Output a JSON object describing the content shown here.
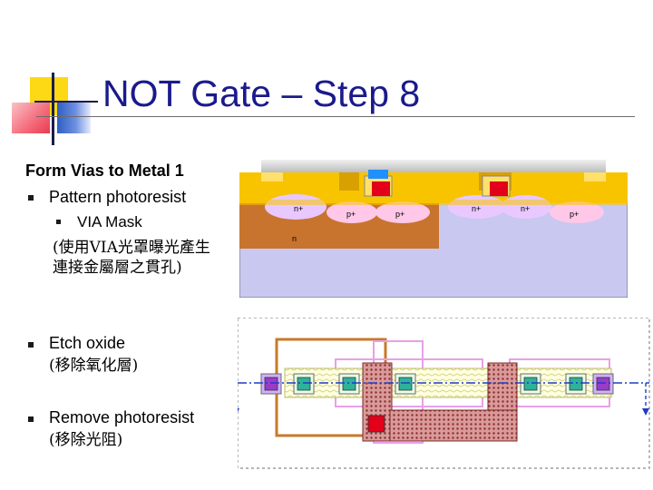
{
  "slide": {
    "title": "NOT Gate – Step 8",
    "heading": "Form Vias to Metal 1",
    "bullets": {
      "pattern": "Pattern photoresist",
      "via_mask": "VIA Mask",
      "via_mask_zh": "(使用VIA光罩曝光產生連接金屬層之貫孔)",
      "etch": "Etch oxide",
      "etch_zh": "(移除氧化層)",
      "remove": "Remove photoresist",
      "remove_zh": "(移除光阻)"
    }
  },
  "cross_section": {
    "labels": {
      "n_plus_1": "n+",
      "p_plus_1": "p+",
      "p_plus_2": "p+",
      "n_plus_2": "n+",
      "n_plus_3": "n+",
      "p_plus_3": "p+",
      "n_well": "n"
    }
  },
  "colors": {
    "title": "#1a1a8c",
    "oxide": "#f8c400",
    "substrate": "#c8c8f0",
    "n_well": "#c8742e",
    "metal_via": "#e2001a",
    "photoresist_opening": "#1e90ff",
    "diffusion_n": "#e8c8ff",
    "diffusion_p": "#ffc8e8",
    "layout_poly": "#b84c4c",
    "layout_active": "#2eb29a",
    "layout_nwell": "#c87a2a",
    "layout_contact": "#9a3cc8"
  }
}
